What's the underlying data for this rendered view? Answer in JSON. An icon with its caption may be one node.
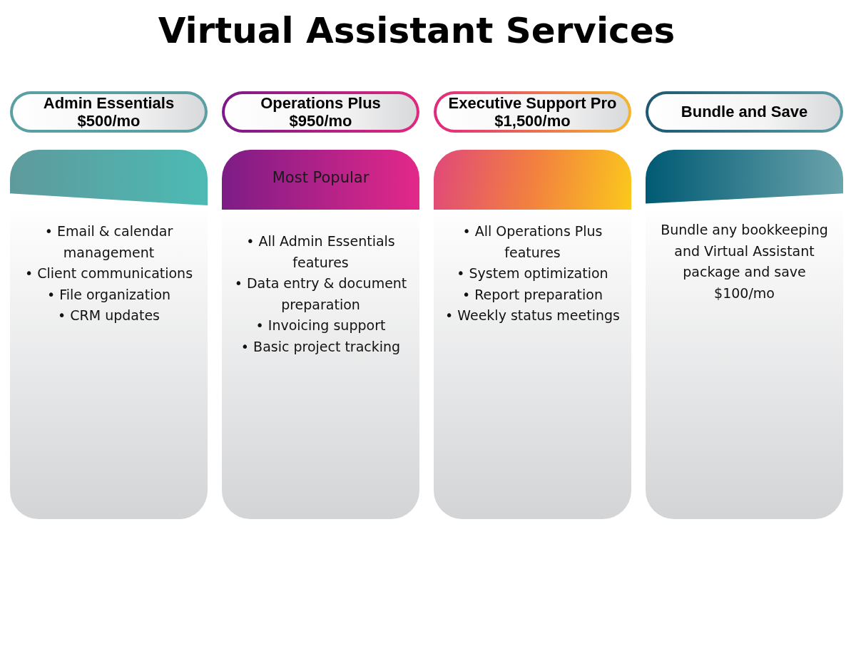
{
  "diagram": {
    "title": "Virtual Assistant Services",
    "nodes": [
      {
        "text": [
          "Admin Essentials",
          "$500/mo"
        ]
      },
      {
        "text": [
          "Operations Plus",
          "$950/mo"
        ]
      },
      {
        "text": [
          "Executive Support Pro",
          "$1,500/mo"
        ]
      },
      {
        "text": [
          "Bundle and Save"
        ]
      },
      {
        "text": [
          "• Email & calendar management",
          "• Client communications",
          "• File organization",
          "• CRM updates"
        ]
      },
      {
        "text": [],
        "shape": "box",
        "in": 4
      },
      {
        "text": [
          "• All Admin Essentials features",
          "• Data entry & document preparation",
          "• Invoicing support",
          "• Basic project tracking"
        ]
      },
      {
        "text": [
          "Most Popular"
        ],
        "in": 6
      },
      {
        "text": [
          "• All Operations Plus features",
          "• System optimization",
          "• Report preparation",
          "• Weekly status meetings"
        ]
      },
      {
        "text": [],
        "shape": "box",
        "in": 8
      },
      {
        "text": [
          "Bundle any bookkeeping and Virtual Assistant package and save $100/mo"
        ]
      },
      {
        "text": [],
        "shape": "box",
        "in": 10
      }
    ]
  }
}
